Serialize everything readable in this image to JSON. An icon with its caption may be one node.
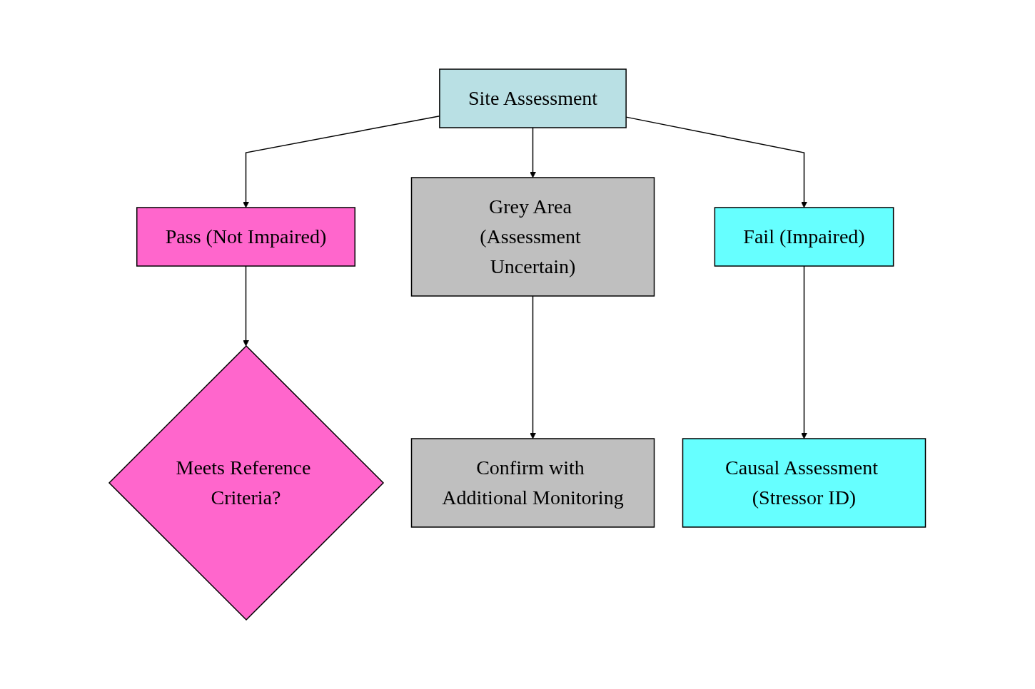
{
  "diagram": {
    "nodes": [
      {
        "text": [
          "Site Assessment"
        ]
      },
      {
        "text": [
          "Pass (Not Impaired)"
        ]
      },
      {
        "text": [
          "Grey Area (Assessment Uncertain)"
        ]
      },
      {
        "text": [
          "Fail (Impaired)"
        ]
      },
      {
        "text": [
          "Meets Reference Criteria?"
        ]
      },
      {
        "text": [
          "Confirm with Additional Monitoring"
        ]
      },
      {
        "text": [
          "Causal Assessment (Stressor ID)"
        ]
      }
    ],
    "edges": [
      {
        "from": 0,
        "to": 1,
        "arrow": "to"
      },
      {
        "from": 0,
        "to": 2,
        "arrow": "to"
      },
      {
        "from": 0,
        "to": 3,
        "arrow": "to"
      },
      {
        "from": 1,
        "to": 4,
        "arrow": "to"
      },
      {
        "from": 2,
        "to": 5,
        "arrow": "to"
      },
      {
        "from": 3,
        "to": 6,
        "arrow": "to"
      }
    ]
  }
}
